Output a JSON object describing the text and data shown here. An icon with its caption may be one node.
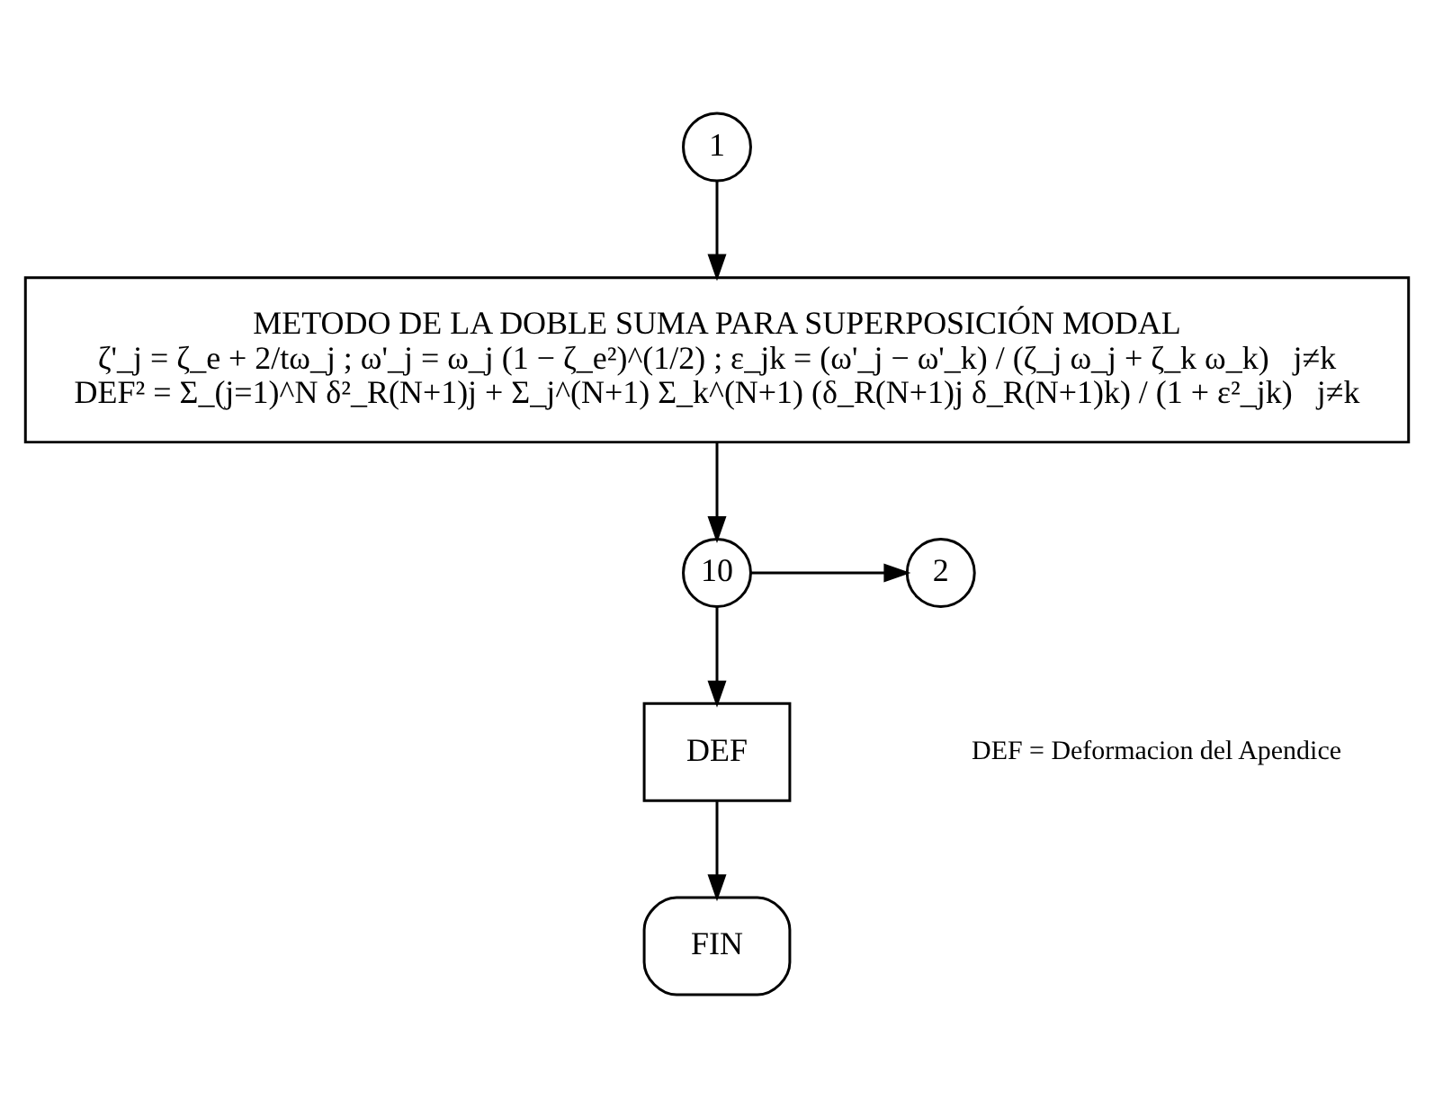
{
  "diagram": {
    "nodes": [
      {
        "text": [
          "1"
        ]
      },
      {
        "text": [
          "METODO DE LA DOBLE SUMA PARA SUPERPOSICIÓN MODAL",
          "ζ'_j = ζ_e + 2/tω_j ; ω'_j = ω_j (1 − ζ_e²)^(1/2) ; ε_jk = (ω'_j − ω'_k) / (ζ_j ω_j + ζ_k ω_k)   j≠k",
          "DEF² = Σ_(j=1)^N δ²_R(N+1)j + Σ_j^(N+1) Σ_k^(N+1) (δ_R(N+1)j δ_R(N+1)k) / (1 + ε²_jk)   j≠k"
        ]
      },
      {
        "text": [
          "10"
        ]
      },
      {
        "text": [
          "2"
        ]
      },
      {
        "text": [
          "DEF"
        ]
      },
      {
        "text": [
          "FIN"
        ]
      }
    ],
    "edges": [
      {
        "from": 0,
        "to": 1,
        "arrow": "to"
      },
      {
        "from": 1,
        "to": 2,
        "arrow": "to"
      },
      {
        "from": 2,
        "to": 3,
        "arrow": "to"
      },
      {
        "from": 2,
        "to": 4,
        "arrow": "to"
      },
      {
        "from": 4,
        "to": 5,
        "arrow": "to"
      }
    ],
    "labels": [
      "DEF = Deformacion del Apendice"
    ]
  }
}
